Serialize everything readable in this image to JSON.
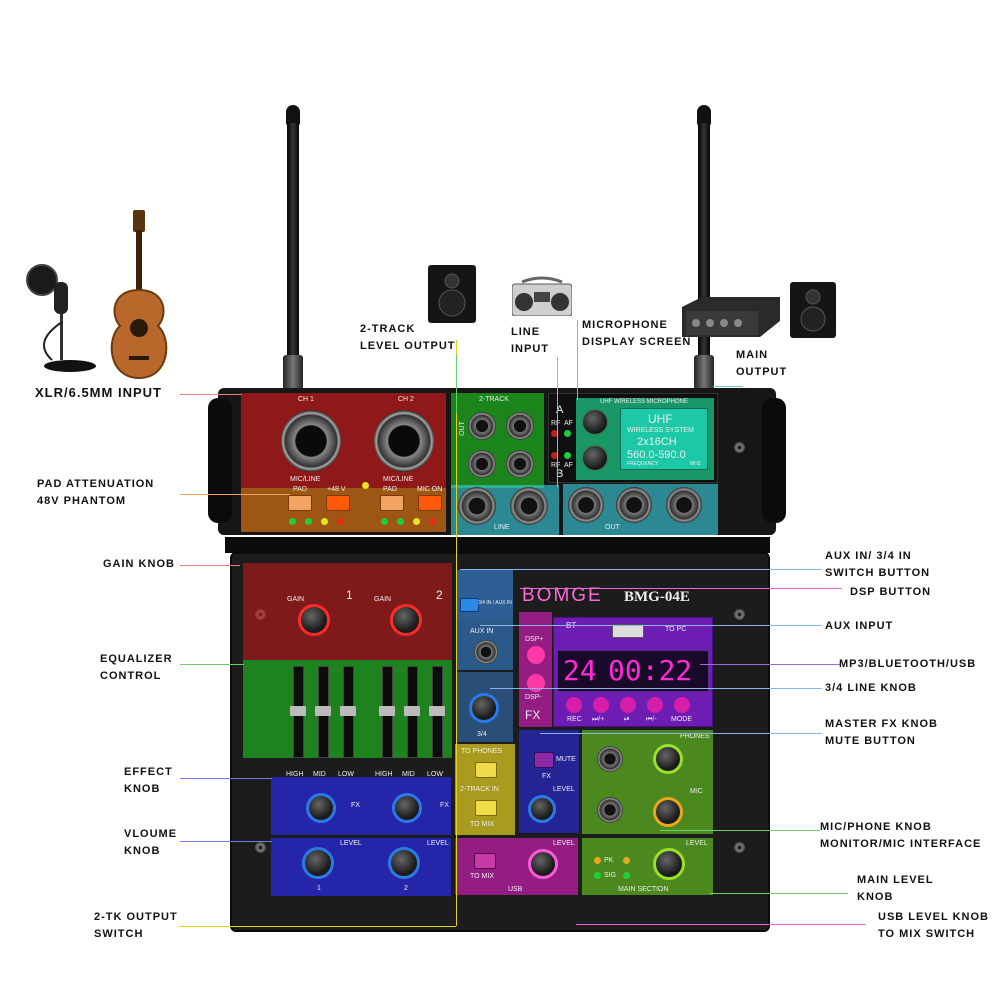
{
  "labels": {
    "xlr_input": "XLR/6.5MM INPUT",
    "pad_attenuation": "PAD ATTENUATION",
    "phantom_48v": "48V PHANTOM",
    "gain_knob": "GAIN KNOB",
    "equalizer_1": "EQUALIZER",
    "equalizer_2": "CONTROL",
    "effect_1": "EFFECT",
    "effect_2": "KNOB",
    "volume_1": "VLOUME",
    "volume_2": "KNOB",
    "twotk_switch_1": "2-TK OUTPUT",
    "twotk_switch_2": "SWITCH",
    "two_track_level_1": "2-TRACK",
    "two_track_level_2": "LEVEL OUTPUT",
    "line_input_1": "LINE",
    "line_input_2": "INPUT",
    "mic_display_1": "MICROPHONE",
    "mic_display_2": "DISPLAY SCREEN",
    "main_output_1": "MAIN",
    "main_output_2": "OUTPUT",
    "aux_switch_1": "AUX IN/ 3/4 IN",
    "aux_switch_2": "SWITCH BUTTON",
    "dsp_button": "DSP BUTTON",
    "aux_input": "AUX INPUT",
    "mp3": "MP3/BLUETOOTH/USB",
    "line_34_knob": "3/4 LINE KNOB",
    "master_fx_1": "MASTER FX KNOB",
    "master_fx_2": "MUTE BUTTON",
    "mic_phone_1": "MIC/PHONE KNOB",
    "mic_phone_2": "MONITOR/MIC INTERFACE",
    "main_level_1": "MAIN LEVEL",
    "main_level_2": "KNOB",
    "usb_level_1": "USB LEVEL KNOB",
    "usb_level_2": "TO MIX SWITCH"
  },
  "device": {
    "brand": "BOMGE",
    "model": "BMG-04E",
    "ch1": "CH 1",
    "ch2": "CH 2",
    "two_track": "2-TRACK",
    "mic_line": "MIC/LINE",
    "out": "OUT",
    "line": "LINE",
    "out_bottom": "OUT",
    "pad": "PAD",
    "plus48": "+48 V",
    "mic_on": "MIC ON",
    "gain": "GAIN",
    "high": "HIGH",
    "mid": "MID",
    "low": "LOW",
    "fx": "FX",
    "level": "LEVEL",
    "ch_num_1": "1",
    "ch_num_2": "2",
    "aux_in": "AUX IN",
    "aux_switch": "3/4 IN / AUX IN",
    "dsp_plus": "DSP+",
    "dsp_minus": "DSP-",
    "fx_label": "FX",
    "three_four": "3/4",
    "to_phones": "TO PHONES",
    "two_track_in": "2-TRACK IN",
    "to_mix": "TO MIX",
    "mute": "MUTE",
    "phones": "PHONES",
    "mic": "MIC",
    "usb": "USB",
    "main_section": "MAIN SECTION",
    "to_mix_usb": "TO MIX",
    "pk": "PK",
    "sig": "SIG",
    "bt": "BT",
    "to_pc": "TO PC",
    "display_digits": "24",
    "display_time": "00:22",
    "rec": "REC",
    "next": "⏭/+",
    "play": "⏯",
    "prev": "⏮/-",
    "mode": "MODE",
    "uhf_title": "UHF WIRELESS MICROPHONE",
    "uhf": "UHF",
    "uhf_system": "WIRELESS SYSTEM",
    "uhf_ch": "2x16CH",
    "uhf_freq": "560.0-590.0",
    "uhf_freq_label": "FREQUENCY",
    "uhf_mhz": "MHZ",
    "rf": "RF",
    "af": "AF",
    "a": "A",
    "b": "B"
  },
  "colors": {
    "red": "#d11a1a",
    "orange": "#e67a14",
    "green": "#1fd11f",
    "cyan": "#39c8d8",
    "blue": "#2a2ae6",
    "yellow": "#e6d21e",
    "magenta": "#e51ec8",
    "purple": "#8a1ee6",
    "lime": "#6ad11e"
  }
}
